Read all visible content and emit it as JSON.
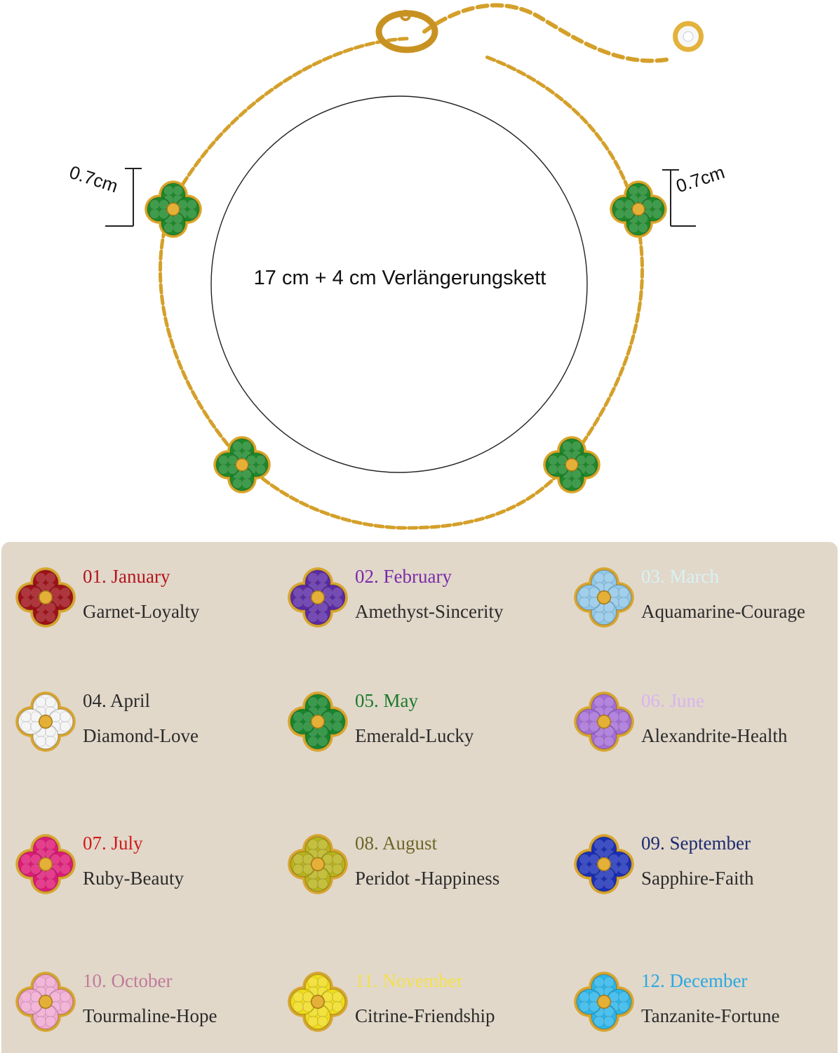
{
  "bracelet": {
    "width_label_left": "0.7cm",
    "width_label_right": "0.7cm",
    "length_label": "17 cm + 4 cm Verlängerungskett",
    "stone_color": "#1c8a2a",
    "metal_color": "#d9a62a"
  },
  "birthstones": [
    {
      "month": "01. January",
      "gem": "Garnet-Loyalty",
      "color": "#a01018",
      "label_color": "#b3141c"
    },
    {
      "month": "02. February",
      "gem": "Amethyst-Sincerity",
      "color": "#5b2aa6",
      "label_color": "#7a2aa8"
    },
    {
      "month": "03. March",
      "gem": "Aquamarine-Courage",
      "color": "#8fc8ea",
      "label_color": "#d9f1f6"
    },
    {
      "month": "04. April",
      "gem": "Diamond-Love",
      "color": "#f4f4f4",
      "label_color": "#2b2b2b"
    },
    {
      "month": "05. May",
      "gem": "Emerald-Lucky",
      "color": "#15862c",
      "label_color": "#1c7a2c"
    },
    {
      "month": "06. June",
      "gem": "Alexandrite-Health",
      "color": "#a56ed8",
      "label_color": "#d9b4ee"
    },
    {
      "month": "07. July",
      "gem": "Ruby-Beauty",
      "color": "#e01a78",
      "label_color": "#d11a1a"
    },
    {
      "month": "08. August",
      "gem": "Peridot -Happiness",
      "color": "#b9b31a",
      "label_color": "#6e6528"
    },
    {
      "month": "09. September",
      "gem": "Sapphire-Faith",
      "color": "#1a2fb8",
      "label_color": "#1d2a6e"
    },
    {
      "month": "10. October",
      "gem": "Tourmaline-Hope",
      "color": "#f1a9d2",
      "label_color": "#c27a9a"
    },
    {
      "month": "11. November",
      "gem": "Citrine-Friendship",
      "color": "#f0dc1a",
      "label_color": "#f4e04a"
    },
    {
      "month": "12. December",
      "gem": "Tanzanite-Fortune",
      "color": "#2bb6ea",
      "label_color": "#2ba8e0"
    }
  ]
}
